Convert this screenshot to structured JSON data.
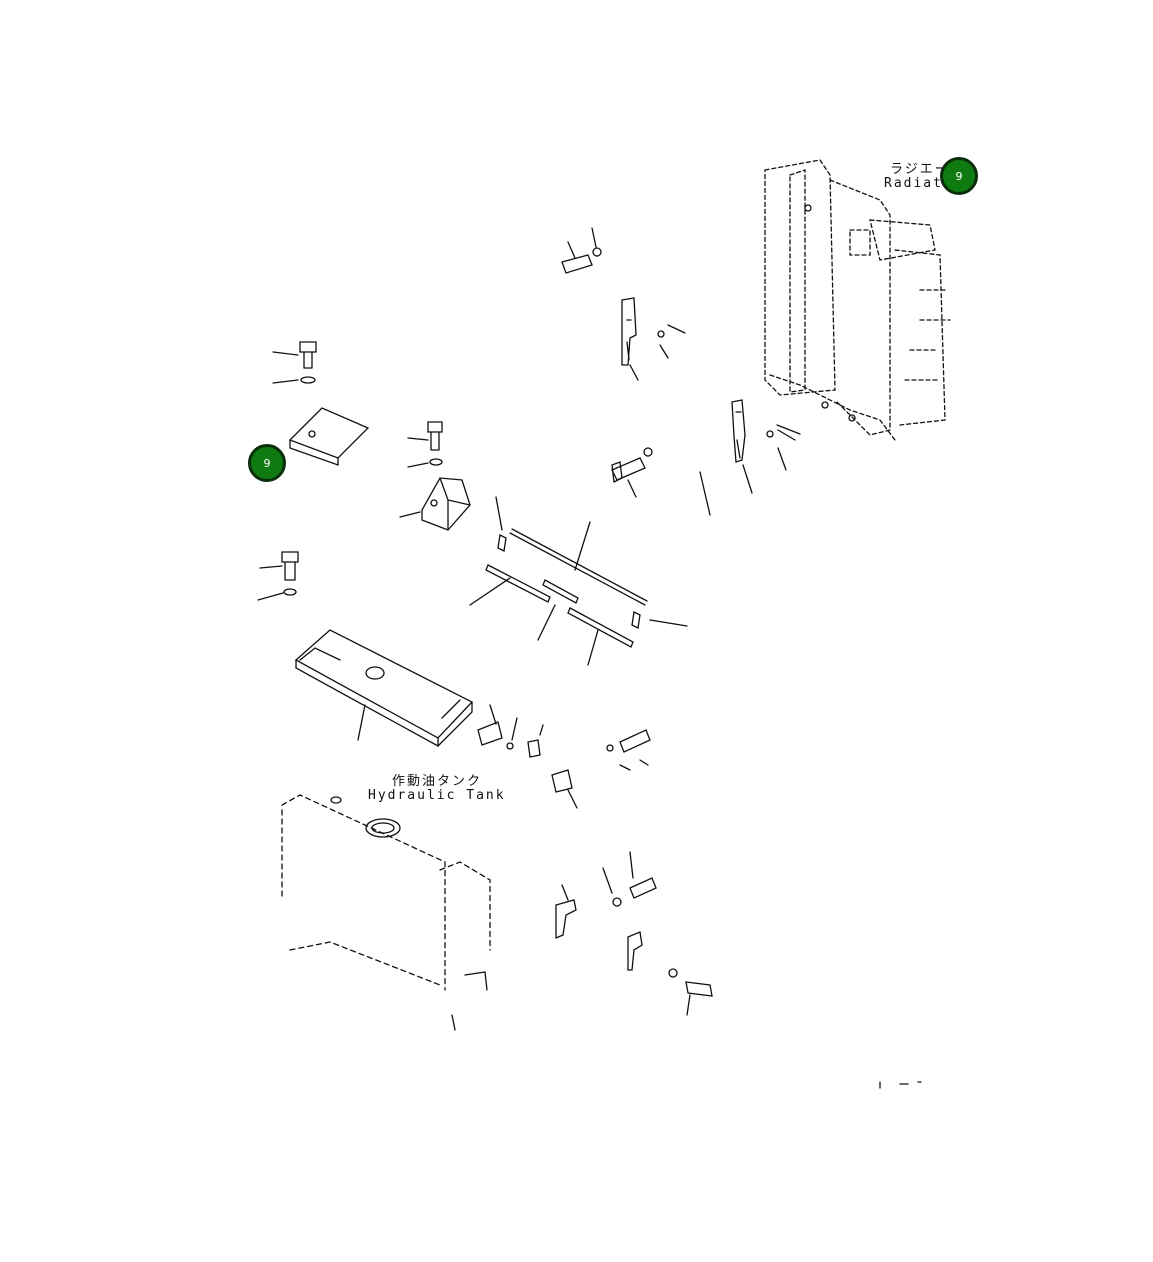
{
  "diagram": {
    "radiator_label_jp": "ラジエータ",
    "radiator_label_en": "Radiator",
    "tank_label_jp": "作動油タンク",
    "tank_label_en": "Hydraulic Tank",
    "hotspots": [
      {
        "label": "9"
      },
      {
        "label": "9"
      }
    ]
  },
  "colors": {
    "line": "#111111",
    "hotspot_fill": "#0f7a0f",
    "hotspot_border": "#0a2e0a"
  }
}
